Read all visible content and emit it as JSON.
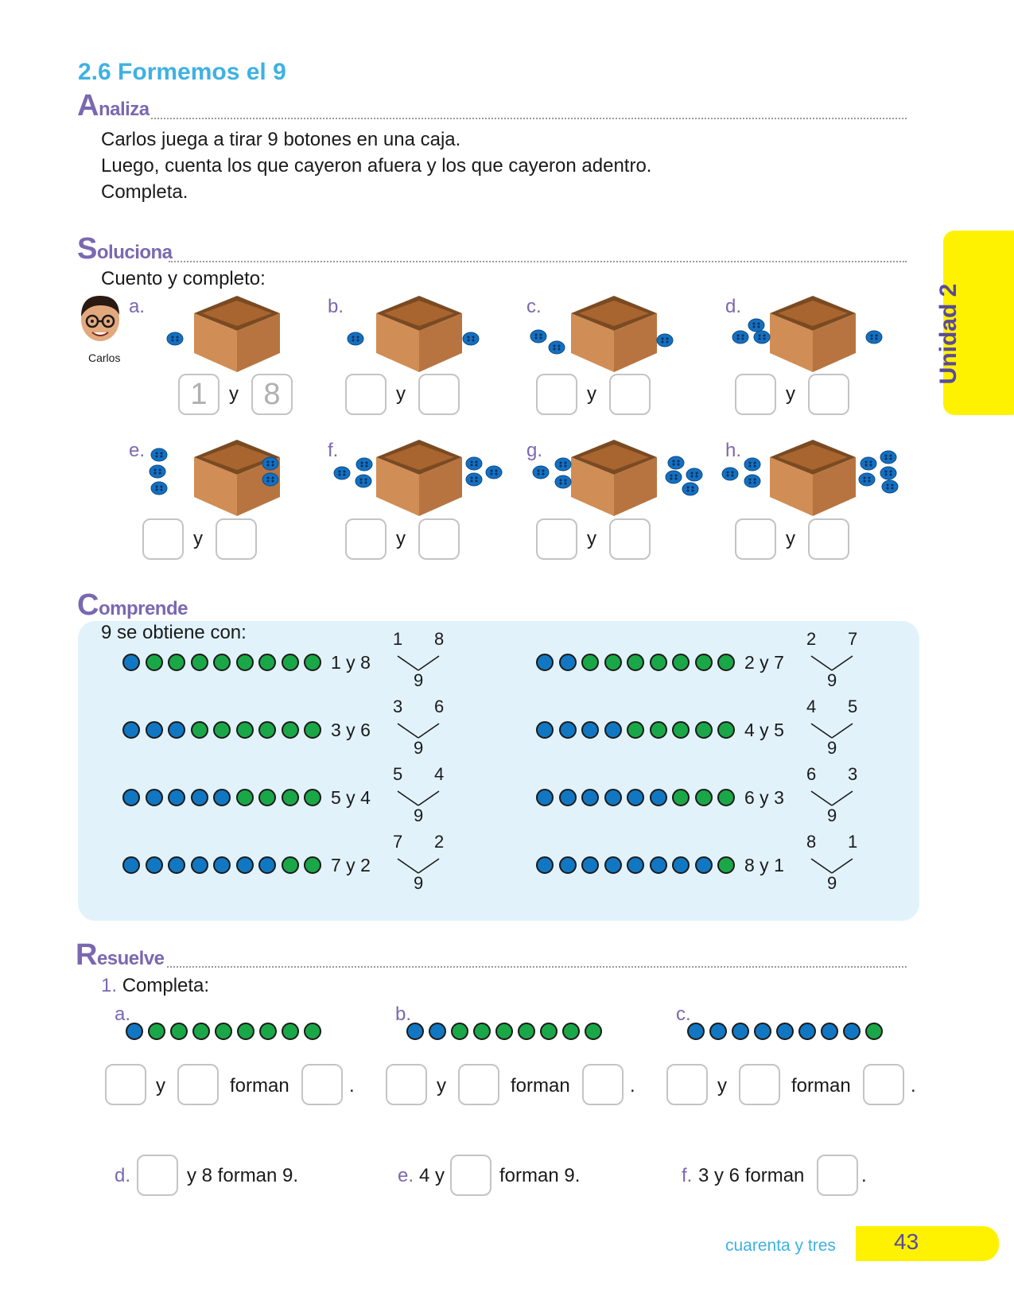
{
  "header": {
    "title": "2.6 Formemos el 9"
  },
  "analiza": {
    "heading_first": "A",
    "heading_rest": "naliza",
    "lines": [
      "Carlos juega a tirar 9 botones en una caja.",
      "Luego, cuenta los que cayeron afuera y los que cayeron adentro.",
      "Completa."
    ]
  },
  "soluciona": {
    "heading_first": "S",
    "heading_rest": "oluciona",
    "instruction": "Cuento y completo:",
    "character_name": "Carlos",
    "items": [
      {
        "label": "a.",
        "left": "1",
        "right": "8"
      },
      {
        "label": "b.",
        "left": "",
        "right": ""
      },
      {
        "label": "c.",
        "left": "",
        "right": ""
      },
      {
        "label": "d.",
        "left": "",
        "right": ""
      },
      {
        "label": "e.",
        "left": "",
        "right": ""
      },
      {
        "label": "f.",
        "left": "",
        "right": ""
      },
      {
        "label": "g.",
        "left": "",
        "right": ""
      },
      {
        "label": "h.",
        "left": "",
        "right": ""
      }
    ],
    "connector": "y"
  },
  "comprende": {
    "heading_first": "C",
    "heading_rest": "omprende",
    "intro": "9 se obtiene con:",
    "rows": [
      {
        "blue": 1,
        "green": 8,
        "text": "1 y 8",
        "a": "1",
        "b": "8",
        "total": "9"
      },
      {
        "blue": 2,
        "green": 7,
        "text": "2 y 7",
        "a": "2",
        "b": "7",
        "total": "9"
      },
      {
        "blue": 3,
        "green": 6,
        "text": "3 y 6",
        "a": "3",
        "b": "6",
        "total": "9"
      },
      {
        "blue": 4,
        "green": 5,
        "text": "4 y 5",
        "a": "4",
        "b": "5",
        "total": "9"
      },
      {
        "blue": 5,
        "green": 4,
        "text": "5 y 4",
        "a": "5",
        "b": "4",
        "total": "9"
      },
      {
        "blue": 6,
        "green": 3,
        "text": "6 y 3",
        "a": "6",
        "b": "3",
        "total": "9"
      },
      {
        "blue": 7,
        "green": 2,
        "text": "7 y 2",
        "a": "7",
        "b": "2",
        "total": "9"
      },
      {
        "blue": 8,
        "green": 1,
        "text": "8 y 1",
        "a": "8",
        "b": "1",
        "total": "9"
      }
    ]
  },
  "resuelve": {
    "heading_first": "R",
    "heading_rest": "esuelve",
    "ex_number": "1.",
    "ex_text": "Completa:",
    "items": [
      {
        "label": "a.",
        "blue": 1,
        "green": 8
      },
      {
        "label": "b.",
        "blue": 2,
        "green": 7
      },
      {
        "label": "c.",
        "blue": 8,
        "green": 1
      }
    ],
    "y": "y",
    "forman": "forman",
    "period": ".",
    "d": {
      "label": "d.",
      "text": "y 8 forman 9."
    },
    "e": {
      "label": "e.",
      "pre": "4 y",
      "text": "forman 9."
    },
    "f": {
      "label": "f.",
      "pre": "3 y 6 forman",
      "text": "."
    }
  },
  "sidebar": {
    "unit": "Unidad 2"
  },
  "footer": {
    "page_words": "cuarenta y tres",
    "page_number": "43"
  },
  "colors": {
    "title": "#3eb1e3",
    "section": "#7a68b0",
    "unit_tab": "#fff200",
    "panel": "#e1f2fb",
    "blue_button": "#1177c2",
    "green_button": "#1aa748"
  }
}
